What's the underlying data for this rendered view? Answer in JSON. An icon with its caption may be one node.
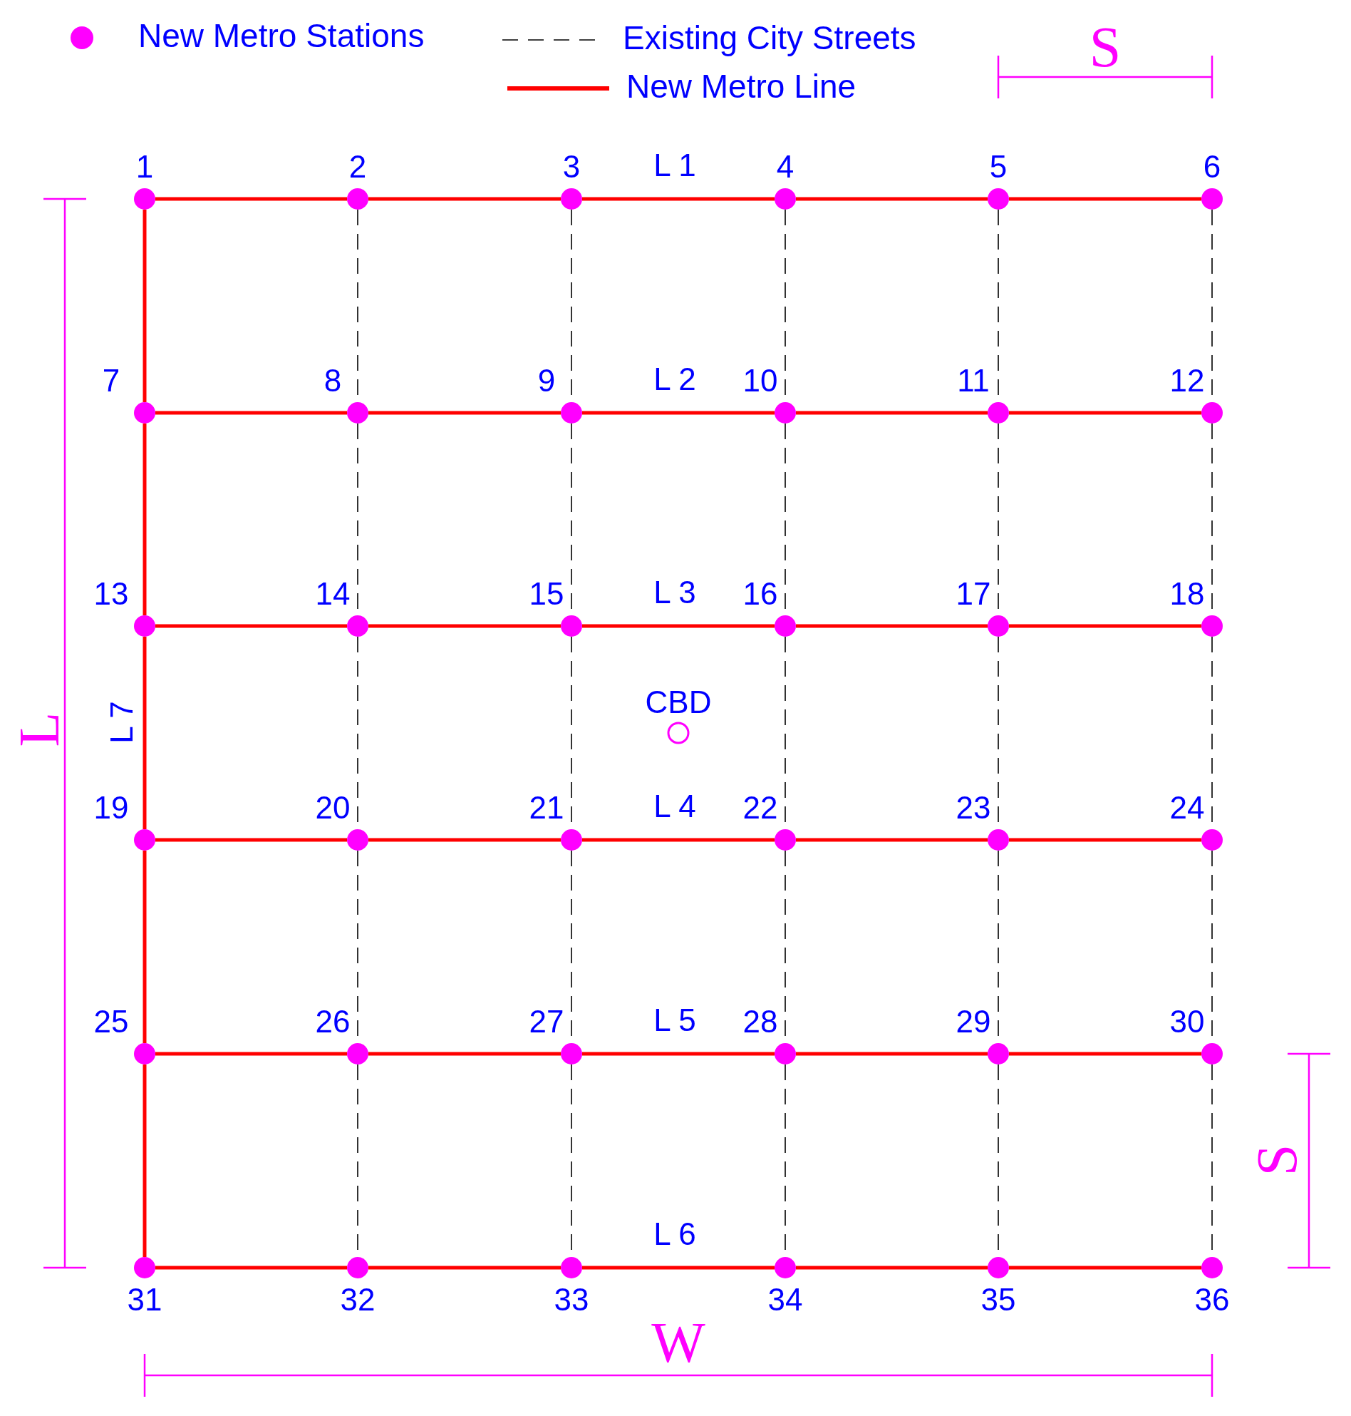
{
  "diagram": {
    "nodes": [
      {
        "text": [
          "1"
        ]
      },
      {
        "text": [
          "2"
        ]
      },
      {
        "text": [
          "3"
        ]
      },
      {
        "text": [
          "4"
        ]
      },
      {
        "text": [
          "5"
        ]
      },
      {
        "text": [
          "6"
        ]
      },
      {
        "text": [
          "7"
        ]
      },
      {
        "text": [
          "8"
        ]
      },
      {
        "text": [
          "9"
        ]
      },
      {
        "text": [
          "10"
        ]
      },
      {
        "text": [
          "11"
        ]
      },
      {
        "text": [
          "12"
        ]
      },
      {
        "text": [
          "13"
        ]
      },
      {
        "text": [
          "14"
        ]
      },
      {
        "text": [
          "15"
        ]
      },
      {
        "text": [
          "16"
        ]
      },
      {
        "text": [
          "17"
        ]
      },
      {
        "text": [
          "18"
        ]
      },
      {
        "text": [
          "19"
        ]
      },
      {
        "text": [
          "20"
        ]
      },
      {
        "text": [
          "21"
        ]
      },
      {
        "text": [
          "22"
        ]
      },
      {
        "text": [
          "23"
        ]
      },
      {
        "text": [
          "24"
        ]
      },
      {
        "text": [
          "25"
        ]
      },
      {
        "text": [
          "26"
        ]
      },
      {
        "text": [
          "27"
        ]
      },
      {
        "text": [
          "28"
        ]
      },
      {
        "text": [
          "29"
        ]
      },
      {
        "text": [
          "30"
        ]
      },
      {
        "text": [
          "31"
        ]
      },
      {
        "text": [
          "32"
        ]
      },
      {
        "text": [
          "33"
        ]
      },
      {
        "text": [
          "34"
        ]
      },
      {
        "text": [
          "35"
        ]
      },
      {
        "text": [
          "36"
        ]
      },
      {
        "text": [
          "CBD"
        ]
      }
    ],
    "edges": [
      {
        "from": 0,
        "to": 1,
        "arrow": "none"
      },
      {
        "from": 1,
        "to": 2,
        "arrow": "none"
      },
      {
        "from": 2,
        "to": 3,
        "arrow": "none",
        "label": "L 1"
      },
      {
        "from": 3,
        "to": 4,
        "arrow": "none"
      },
      {
        "from": 4,
        "to": 5,
        "arrow": "none"
      },
      {
        "from": 6,
        "to": 7,
        "arrow": "none"
      },
      {
        "from": 7,
        "to": 8,
        "arrow": "none"
      },
      {
        "from": 8,
        "to": 9,
        "arrow": "none",
        "label": "L 2"
      },
      {
        "from": 9,
        "to": 10,
        "arrow": "none"
      },
      {
        "from": 10,
        "to": 11,
        "arrow": "none"
      },
      {
        "from": 12,
        "to": 13,
        "arrow": "none"
      },
      {
        "from": 13,
        "to": 14,
        "arrow": "none"
      },
      {
        "from": 14,
        "to": 15,
        "arrow": "none",
        "label": "L 3"
      },
      {
        "from": 15,
        "to": 16,
        "arrow": "none"
      },
      {
        "from": 16,
        "to": 17,
        "arrow": "none"
      },
      {
        "from": 18,
        "to": 19,
        "arrow": "none"
      },
      {
        "from": 19,
        "to": 20,
        "arrow": "none"
      },
      {
        "from": 20,
        "to": 21,
        "arrow": "none",
        "label": "L 4"
      },
      {
        "from": 21,
        "to": 22,
        "arrow": "none"
      },
      {
        "from": 22,
        "to": 23,
        "arrow": "none"
      },
      {
        "from": 24,
        "to": 25,
        "arrow": "none"
      },
      {
        "from": 25,
        "to": 26,
        "arrow": "none"
      },
      {
        "from": 26,
        "to": 27,
        "arrow": "none",
        "label": "L 5"
      },
      {
        "from": 27,
        "to": 28,
        "arrow": "none"
      },
      {
        "from": 28,
        "to": 29,
        "arrow": "none"
      },
      {
        "from": 30,
        "to": 31,
        "arrow": "none"
      },
      {
        "from": 31,
        "to": 32,
        "arrow": "none"
      },
      {
        "from": 32,
        "to": 33,
        "arrow": "none",
        "label": "L 6"
      },
      {
        "from": 33,
        "to": 34,
        "arrow": "none"
      },
      {
        "from": 34,
        "to": 35,
        "arrow": "none"
      },
      {
        "from": 0,
        "to": 6,
        "arrow": "none"
      },
      {
        "from": 6,
        "to": 12,
        "arrow": "none"
      },
      {
        "from": 12,
        "to": 18,
        "arrow": "none",
        "label": "L 7"
      },
      {
        "from": 18,
        "to": 24,
        "arrow": "none"
      },
      {
        "from": 24,
        "to": 30,
        "arrow": "none"
      },
      {
        "from": 1,
        "to": 7,
        "arrow": "none",
        "style": "dashed",
        "color": "#000000"
      },
      {
        "from": 7,
        "to": 13,
        "arrow": "none",
        "style": "dashed",
        "color": "#000000"
      },
      {
        "from": 13,
        "to": 19,
        "arrow": "none",
        "style": "dashed",
        "color": "#000000"
      },
      {
        "from": 19,
        "to": 25,
        "arrow": "none",
        "style": "dashed",
        "color": "#000000"
      },
      {
        "from": 25,
        "to": 31,
        "arrow": "none",
        "style": "dashed",
        "color": "#000000"
      },
      {
        "from": 2,
        "to": 8,
        "arrow": "none",
        "style": "dashed",
        "color": "#000000"
      },
      {
        "from": 8,
        "to": 14,
        "arrow": "none",
        "style": "dashed",
        "color": "#000000"
      },
      {
        "from": 14,
        "to": 20,
        "arrow": "none",
        "style": "dashed",
        "color": "#000000"
      },
      {
        "from": 20,
        "to": 26,
        "arrow": "none",
        "style": "dashed",
        "color": "#000000"
      },
      {
        "from": 26,
        "to": 32,
        "arrow": "none",
        "style": "dashed",
        "color": "#000000"
      },
      {
        "from": 3,
        "to": 9,
        "arrow": "none",
        "style": "dashed",
        "color": "#000000"
      },
      {
        "from": 9,
        "to": 15,
        "arrow": "none",
        "style": "dashed",
        "color": "#000000"
      },
      {
        "from": 15,
        "to": 21,
        "arrow": "none",
        "style": "dashed",
        "color": "#000000"
      },
      {
        "from": 21,
        "to": 27,
        "arrow": "none",
        "style": "dashed",
        "color": "#000000"
      },
      {
        "from": 27,
        "to": 33,
        "arrow": "none",
        "style": "dashed",
        "color": "#000000"
      },
      {
        "from": 4,
        "to": 10,
        "arrow": "none",
        "style": "dashed",
        "color": "#000000"
      },
      {
        "from": 10,
        "to": 16,
        "arrow": "none",
        "style": "dashed",
        "color": "#000000"
      },
      {
        "from": 16,
        "to": 22,
        "arrow": "none",
        "style": "dashed",
        "color": "#000000"
      },
      {
        "from": 22,
        "to": 28,
        "arrow": "none",
        "style": "dashed",
        "color": "#000000"
      },
      {
        "from": 28,
        "to": 34,
        "arrow": "none",
        "style": "dashed",
        "color": "#000000"
      },
      {
        "from": 5,
        "to": 11,
        "arrow": "none",
        "style": "dashed",
        "color": "#000000"
      },
      {
        "from": 11,
        "to": 17,
        "arrow": "none",
        "style": "dashed",
        "color": "#000000"
      },
      {
        "from": 17,
        "to": 23,
        "arrow": "none",
        "style": "dashed",
        "color": "#000000"
      },
      {
        "from": 23,
        "to": 29,
        "arrow": "none",
        "style": "dashed",
        "color": "#000000"
      },
      {
        "from": 29,
        "to": 35,
        "arrow": "none",
        "style": "dashed",
        "color": "#000000"
      }
    ],
    "labels": [
      "S",
      "L",
      "S",
      "W"
    ],
    "legend": [
      {
        "text": "New Metro Stations"
      },
      {
        "text": "Existing City Streets"
      },
      {
        "text": "New Metro Line"
      }
    ]
  }
}
